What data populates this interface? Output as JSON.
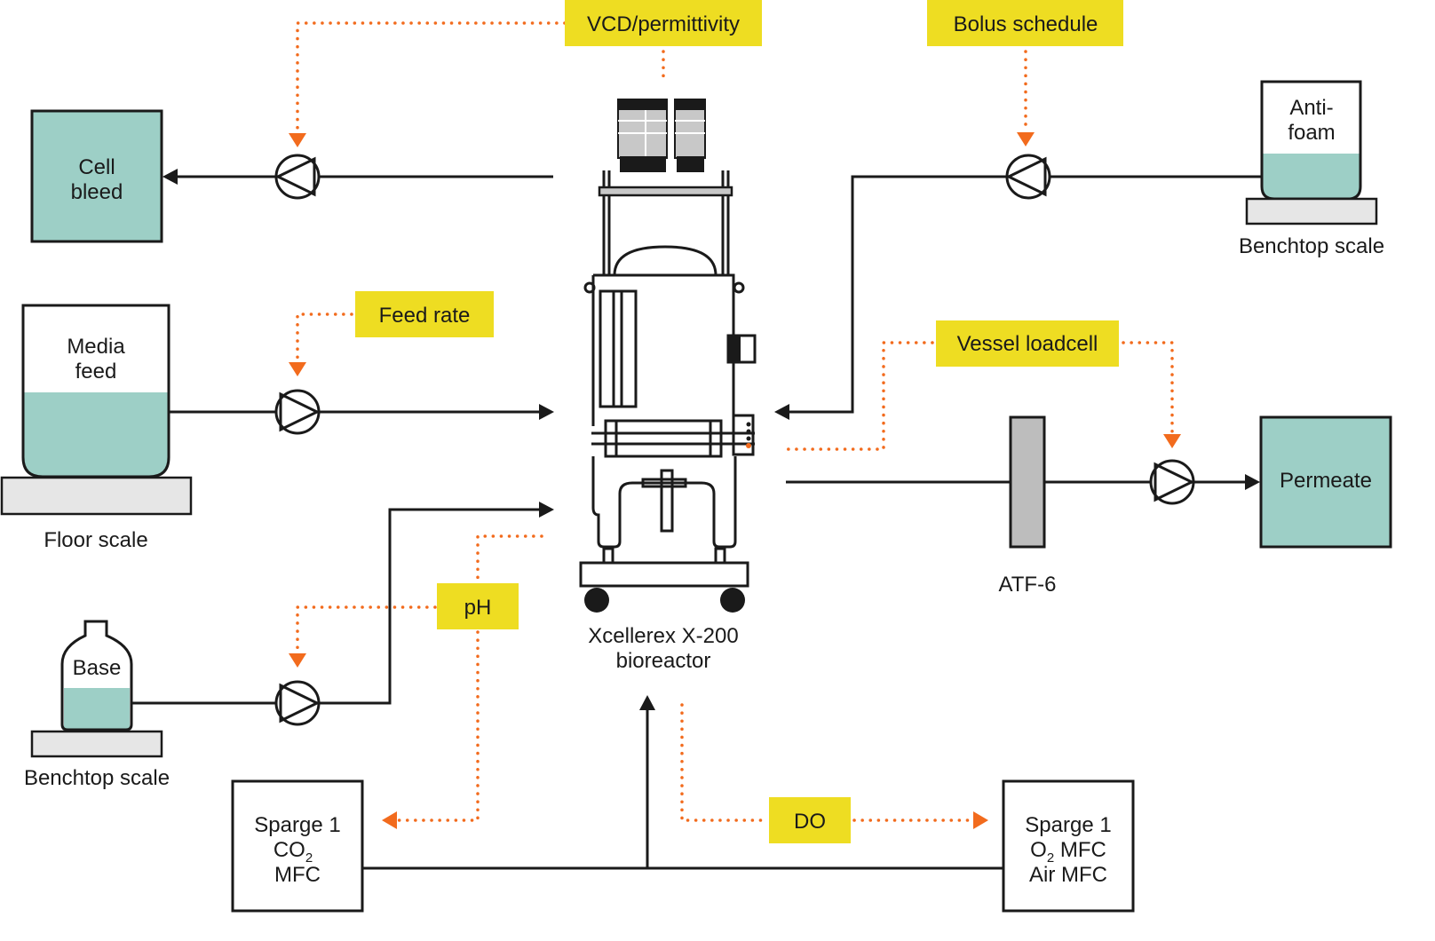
{
  "colors": {
    "teal": "#9dcfc6",
    "yellow": "#eedd22",
    "orange": "#f26b1d",
    "gray": "#c8c8c8",
    "line": "#1a1a1a"
  },
  "signals": {
    "vcd": "VCD/permittivity",
    "bolus": "Bolus schedule",
    "feed_rate": "Feed rate",
    "loadcell": "Vessel loadcell",
    "ph": "pH",
    "do": "DO"
  },
  "vessels": {
    "cell_bleed": [
      "Cell",
      "bleed"
    ],
    "media_feed": [
      "Media",
      "feed"
    ],
    "floor_scale": "Floor scale",
    "base": "Base",
    "base_scale": "Benchtop scale",
    "antifoam": [
      "Anti-",
      "foam"
    ],
    "antifoam_scale": "Benchtop scale",
    "permeate": "Permeate",
    "atf": "ATF-6",
    "bioreactor": [
      "Xcellerex X-200",
      "bioreactor"
    ]
  },
  "mfc": {
    "co2": {
      "line1": "Sparge 1",
      "gas": "CO",
      "sub": "2",
      "line3": "MFC"
    },
    "o2": {
      "line1": "Sparge 1",
      "gas": "O",
      "sub": "2",
      "gas_suffix": " MFC",
      "line3": "Air MFC"
    }
  }
}
